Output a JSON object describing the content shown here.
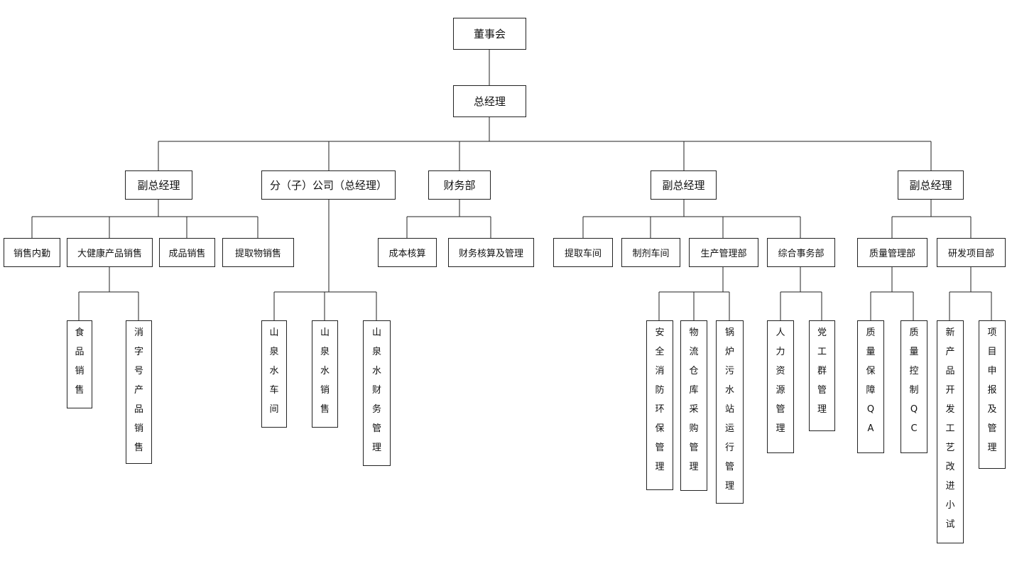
{
  "board": "董事会",
  "gm": "总经理",
  "departments": [
    {
      "label": "副总经理",
      "children": [
        {
          "label": "销售内勤"
        },
        {
          "label": "大健康产品销售",
          "children": [
            "食品销售",
            "消字号产品销售"
          ]
        },
        {
          "label": "成品销售"
        },
        {
          "label": "提取物销售"
        }
      ]
    },
    {
      "label": "分（子）公司（总经理）",
      "children_direct": [
        "山泉水车间",
        "山泉水销售",
        "山泉水财务管理"
      ]
    },
    {
      "label": "财务部",
      "children": [
        {
          "label": "成本核算"
        },
        {
          "label": "财务核算及管理"
        }
      ]
    },
    {
      "label": "副总经理",
      "children": [
        {
          "label": "提取车间"
        },
        {
          "label": "制剂车间"
        },
        {
          "label": "生产管理部",
          "children": [
            "安全消防环保管理",
            "物流仓库采购管理",
            "锅炉污水站运行管理"
          ]
        },
        {
          "label": "综合事务部",
          "children": [
            "人力资源管理",
            "党工群管理"
          ]
        }
      ]
    },
    {
      "label": "副总经理",
      "children": [
        {
          "label": "质量管理部",
          "children": [
            "质量保障QA",
            "质量控制QC"
          ]
        },
        {
          "label": "研发项目部",
          "children": [
            "新产品开发工艺改进小试",
            "项目申报及管理"
          ]
        }
      ]
    }
  ]
}
